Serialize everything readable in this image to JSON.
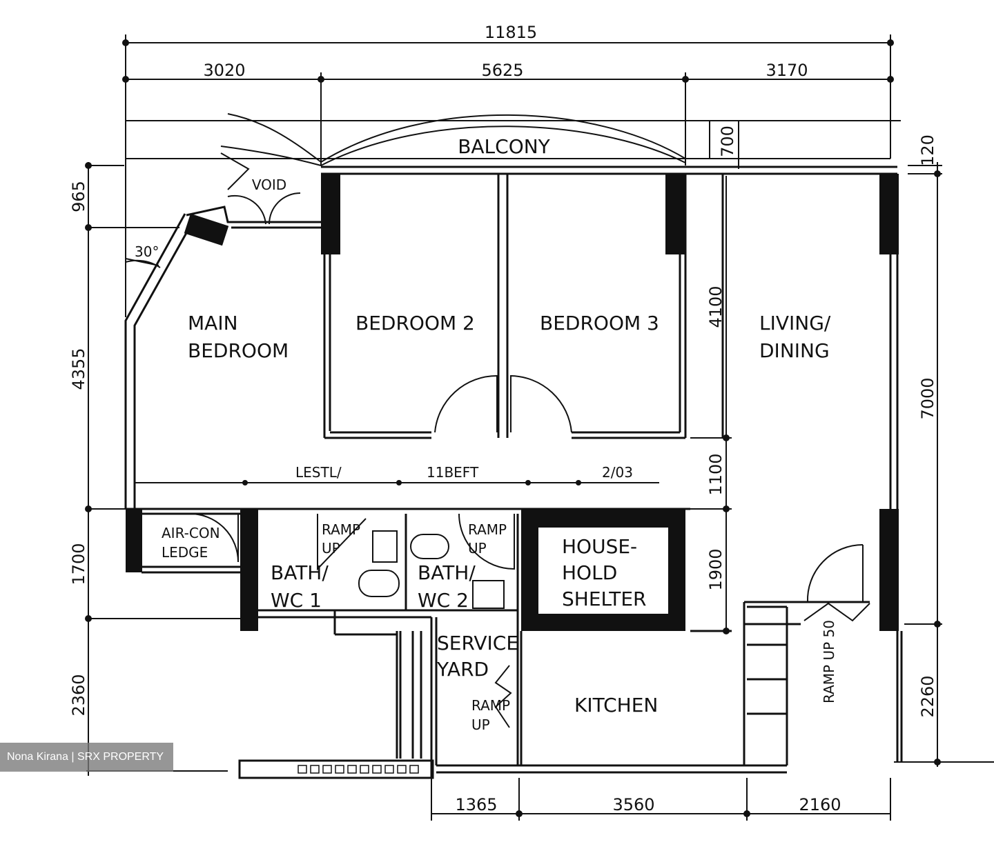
{
  "dimensions": {
    "top_total": "11815",
    "top_1": "3020",
    "top_2": "5625",
    "top_3": "3170",
    "left_1": "965",
    "left_2": "4355",
    "left_3": "1700",
    "left_4": "2360",
    "right_1": "120",
    "right_2": "7000",
    "right_3": "2260",
    "inner_700": "700",
    "inner_4100": "4100",
    "inner_1100": "1100",
    "inner_1900": "1900",
    "bottom_1": "1365",
    "bottom_2": "3560",
    "bottom_3": "2160",
    "angle": "30°",
    "corridor_1": "LESTL/",
    "corridor_2": "11BEFT",
    "corridor_3": "2/03"
  },
  "rooms": {
    "balcony": "BALCONY",
    "void": "VOID",
    "main_bedroom_l1": "MAIN",
    "main_bedroom_l2": "BEDROOM",
    "bedroom2": "BEDROOM  2",
    "bedroom3": "BEDROOM  3",
    "living_l1": "LIVING/",
    "living_l2": "DINING",
    "aircon_l1": "AIR-CON",
    "aircon_l2": "LEDGE",
    "bath1_l1": "BATH/",
    "bath1_l2": "WC  1",
    "bath2_l1": "BATH/",
    "bath2_l2": "WC  2",
    "shelter_l1": "HOUSE-",
    "shelter_l2": "HOLD",
    "shelter_l3": "SHELTER",
    "service_l1": "SERVICE",
    "service_l2": "YARD",
    "kitchen": "KITCHEN",
    "ramp": "RAMP",
    "up": "UP",
    "ramp_up_50": "RAMP UP 50"
  },
  "watermark": "Nona Kirana | SRX PROPERTY"
}
